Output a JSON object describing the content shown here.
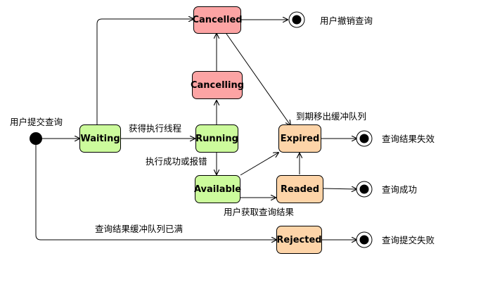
{
  "colors": {
    "red": "#fca4a4",
    "green": "#ccfb9c",
    "orange": "#fdd4a8"
  },
  "states": {
    "cancelled": "Cancelled",
    "cancelling": "Cancelling",
    "waiting": "Waiting",
    "running": "Running",
    "available": "Available",
    "expired": "Expired",
    "readed": "Readed",
    "rejected": "Rejected"
  },
  "labels": {
    "submit_query": "用户提交查询",
    "acquire_thread": "获得执行线程",
    "exec_done_or_error": "执行成功或报错",
    "expire_out_queue": "到期移出缓冲队列",
    "user_fetch_result": "用户获取查询结果",
    "queue_full": "查询结果缓冲队列已满"
  },
  "finals": {
    "user_cancel": "用户撤销查询",
    "result_invalid": "查询结果失效",
    "query_success": "查询成功",
    "submit_failed": "查询提交失败"
  }
}
